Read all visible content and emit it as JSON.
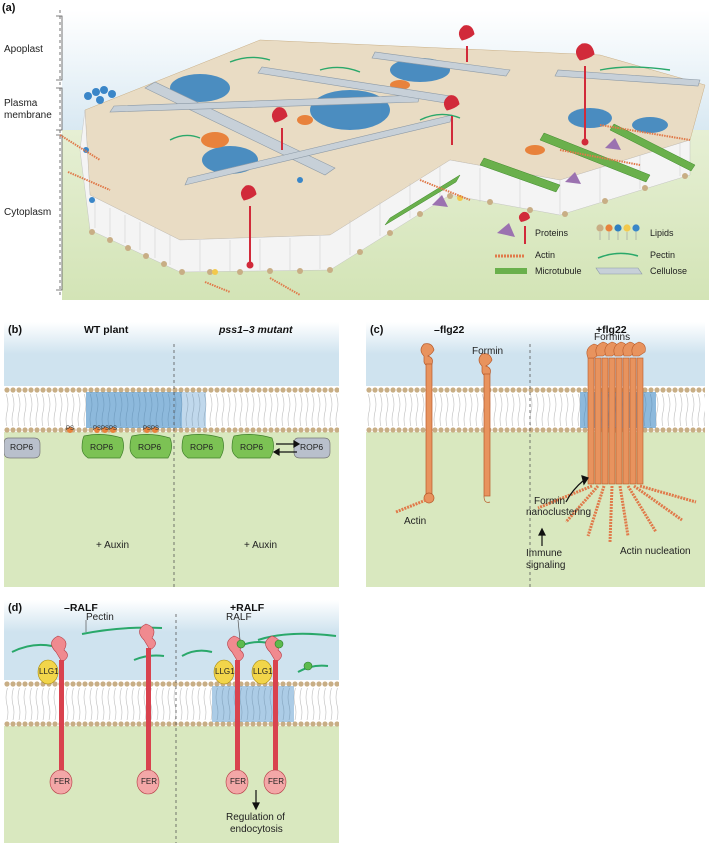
{
  "panel_a": {
    "label": "(a)",
    "regions": [
      "Apoplast",
      "Plasma\nmembrane",
      "Cytoplasm"
    ],
    "legend": {
      "proteins": "Proteins",
      "lipids": "Lipids",
      "actin": "Actin",
      "pectin": "Pectin",
      "microtubule": "Microtubule",
      "cellulose": "Cellulose"
    }
  },
  "panel_b": {
    "label": "(b)",
    "left_title": "WT plant",
    "right_title": "pss1–3 mutant",
    "rop": "ROP6",
    "ps": "PS",
    "left_bottom": "+ Auxin",
    "right_bottom": "+ Auxin"
  },
  "panel_c": {
    "label": "(c)",
    "left_title": "–flg22",
    "right_title": "+flg22",
    "formin": "Formin",
    "formins": "Formins",
    "actin": "Actin",
    "nanoclustering_1": "Formin",
    "nanoclustering_2": "nanoclustering",
    "immune_1": "Immune",
    "immune_2": "signaling",
    "actin_nucleation": "Actin nucleation"
  },
  "panel_d": {
    "label": "(d)",
    "left_title": "–RALF",
    "right_title": "+RALF",
    "pectin": "Pectin",
    "ralf": "RALF",
    "llg1": "LLG1",
    "fer": "FER",
    "regulation_1": "Regulation of",
    "regulation_2": "endocytosis"
  },
  "colors": {
    "apoplast": "#cfe3ef",
    "cytoplasm": "#d9e8bf",
    "lipid_head": "#c8ae85",
    "nanodomain": "#2f7fc0",
    "actin": "#e07a4a",
    "protein": "#d12a3a",
    "microtubule": "#5aa83c",
    "rop_active": "#7cc254",
    "rop_inactive": "#b9c0cc",
    "llg1": "#f2d54a",
    "fer": "#ef9a9a",
    "pectin": "#2aa86a"
  }
}
